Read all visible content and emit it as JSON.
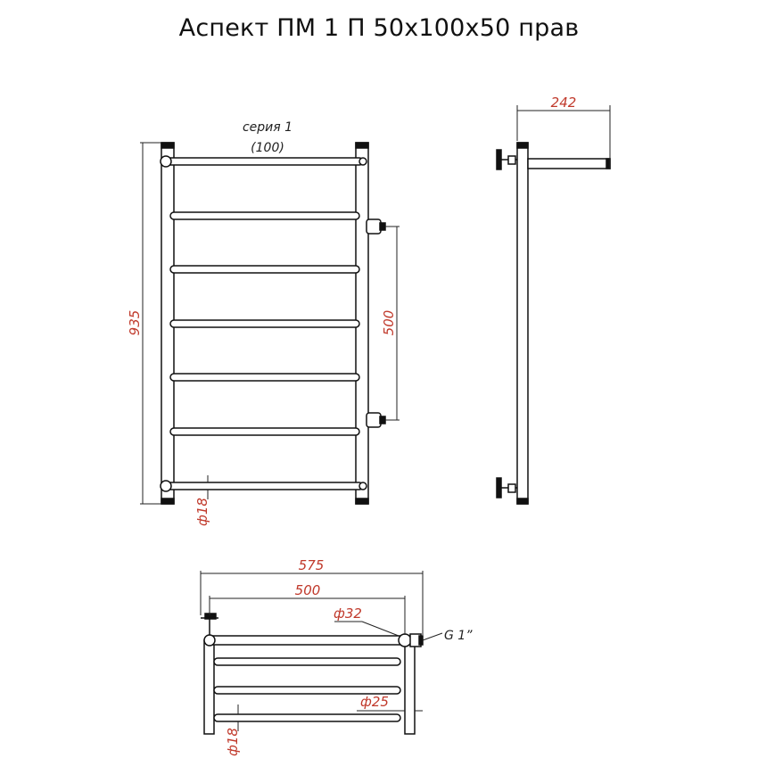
{
  "title": "Аспект ПМ 1 П 50х100х50 прав",
  "labels": {
    "series": "серия 1",
    "series_code": "(100)",
    "thread": "G 1”"
  },
  "dimensions": {
    "height": "935",
    "center_distance": "500",
    "depth": "242",
    "overall_width": "575",
    "inner_width": "500",
    "pipe_main": "ф32",
    "pipe_bar": "ф25",
    "rung_front": "ф18",
    "rung_bottom": "ф18"
  },
  "colors": {
    "dimension": "#c0392b",
    "line": "#111111"
  }
}
